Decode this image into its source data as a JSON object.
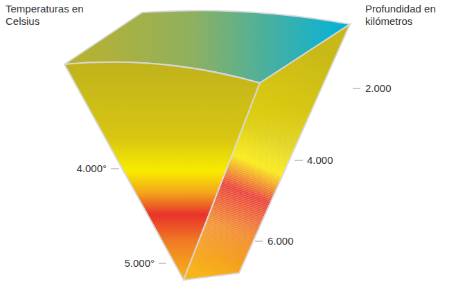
{
  "diagram": {
    "labels": [
      "Temperaturas en Celsius",
      "Profundidad en kilómetros",
      "4.000°",
      "5.000°",
      "2.000",
      "4.000",
      "6.000"
    ]
  }
}
